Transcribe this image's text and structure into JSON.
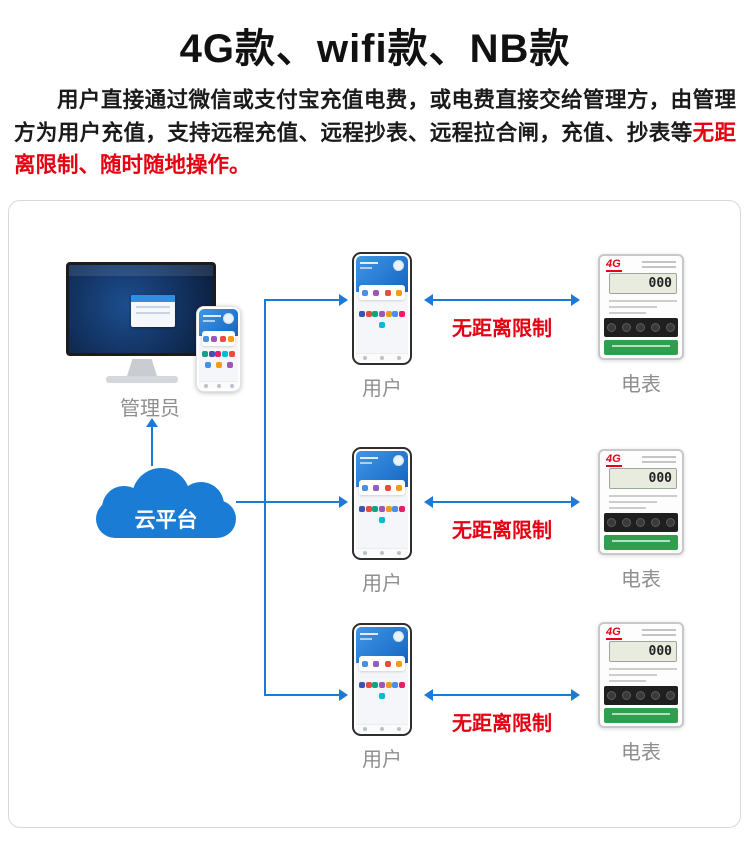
{
  "title": "4G款、wifi款、NB款",
  "intro": {
    "text": "用户直接通过微信或支付宝充值电费，或电费直接交给管理方，由管理方为用户充值，支持远程充值、远程抄表、远程拉合闸，充值、抄表等",
    "highlight": "无距离限制、随时随地操作。"
  },
  "diagram": {
    "admin_label": "管理员",
    "cloud_label": "云平台",
    "meter": {
      "badge": "4G",
      "display": "000"
    },
    "rows": [
      {
        "user_label": "用户",
        "link_label": "无距离限制",
        "meter_label": "电表"
      },
      {
        "user_label": "用户",
        "link_label": "无距离限制",
        "meter_label": "电表"
      },
      {
        "user_label": "用户",
        "link_label": "无距离限制",
        "meter_label": "电表"
      }
    ]
  }
}
